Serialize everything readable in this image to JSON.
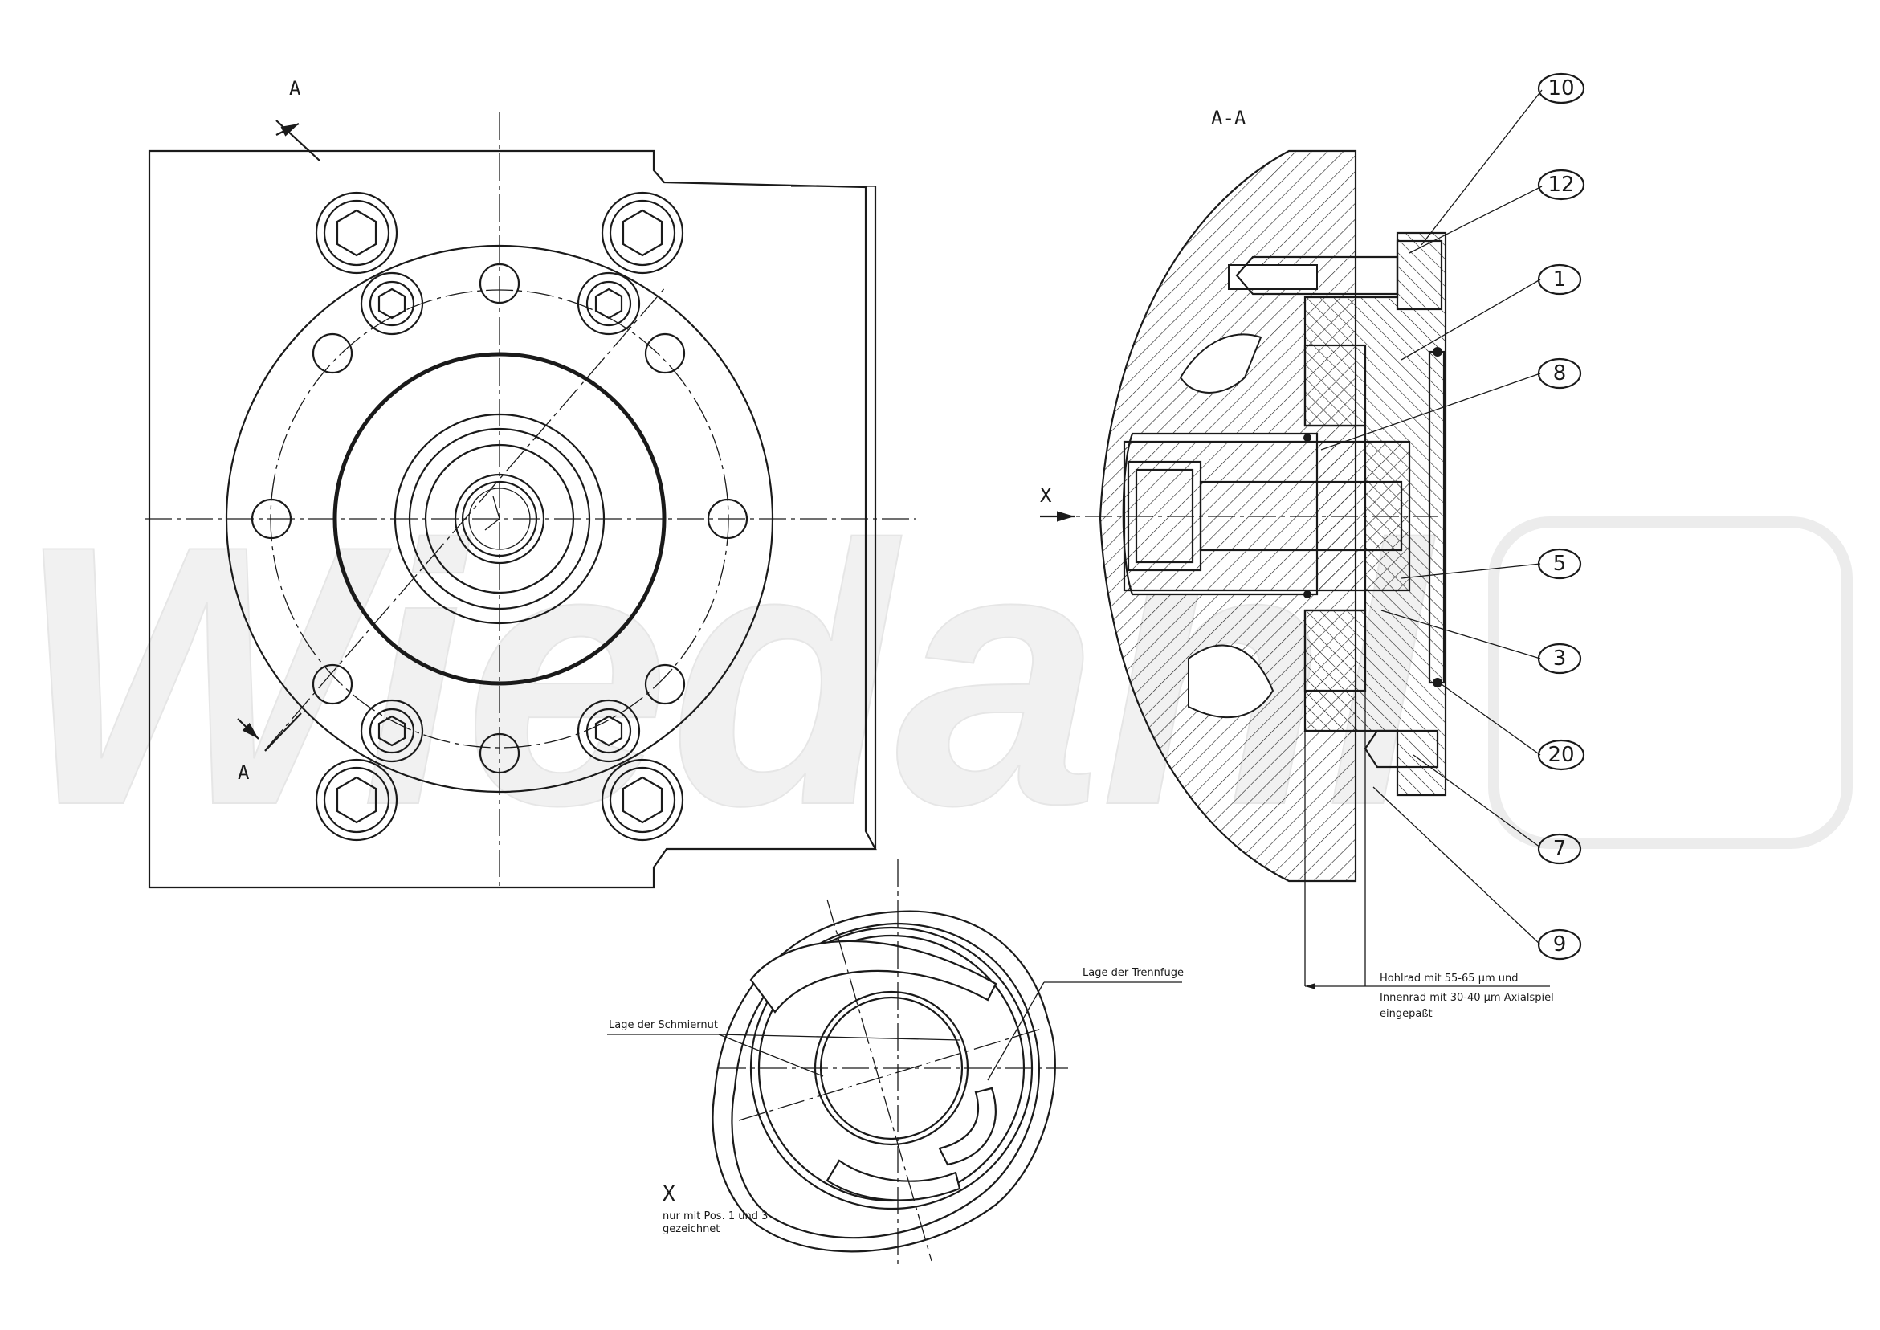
{
  "watermark": "Wiedahl",
  "views": {
    "section_marker": "A",
    "section_title": "A-A",
    "view_arrow": "X",
    "detail_title": "X",
    "detail_note_line1": "nur mit Pos. 1 und 3",
    "detail_note_line2": "gezeichnet"
  },
  "notes": {
    "groove": "Lage der Schmiernut",
    "joint": "Lage der Trennfuge",
    "fit_line1": "Hohlrad mit 55-65 µm und",
    "fit_line2": "Innenrad mit 30-40 µm Axialspiel",
    "fit_line3": "eingepaßt"
  },
  "balloons": [
    "10",
    "12",
    "1",
    "8",
    "5",
    "3",
    "20",
    "7",
    "9"
  ]
}
